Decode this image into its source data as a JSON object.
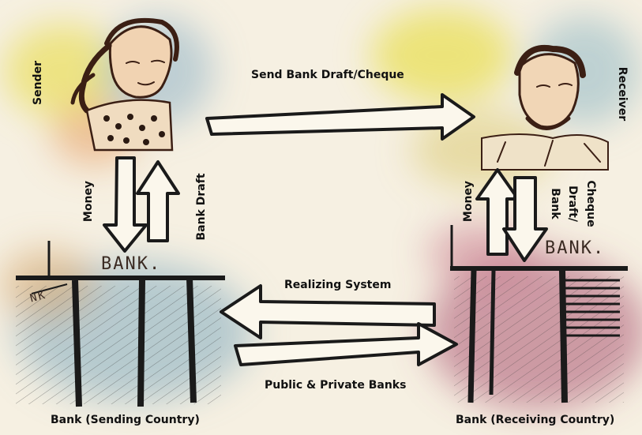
{
  "labels": {
    "sender": "Sender",
    "receiver": "Receiver",
    "send_draft": "Send Bank Draft/Cheque",
    "money_left": "Money",
    "bank_draft_left": "Bank Draft",
    "money_right": "Money",
    "bank_draft_right_1": "Bank",
    "bank_draft_right_2": "Draft/",
    "bank_draft_right_3": "Cheque",
    "realizing_system": "Realizing System",
    "public_private": "Public & Private Banks",
    "bank_sending": "Bank (Sending Country)",
    "bank_receiving": "Bank (Receiving Country)"
  },
  "signs": {
    "bank_left": "BANK.",
    "bank_right": "BANK.",
    "nk_fragment": "NK"
  }
}
